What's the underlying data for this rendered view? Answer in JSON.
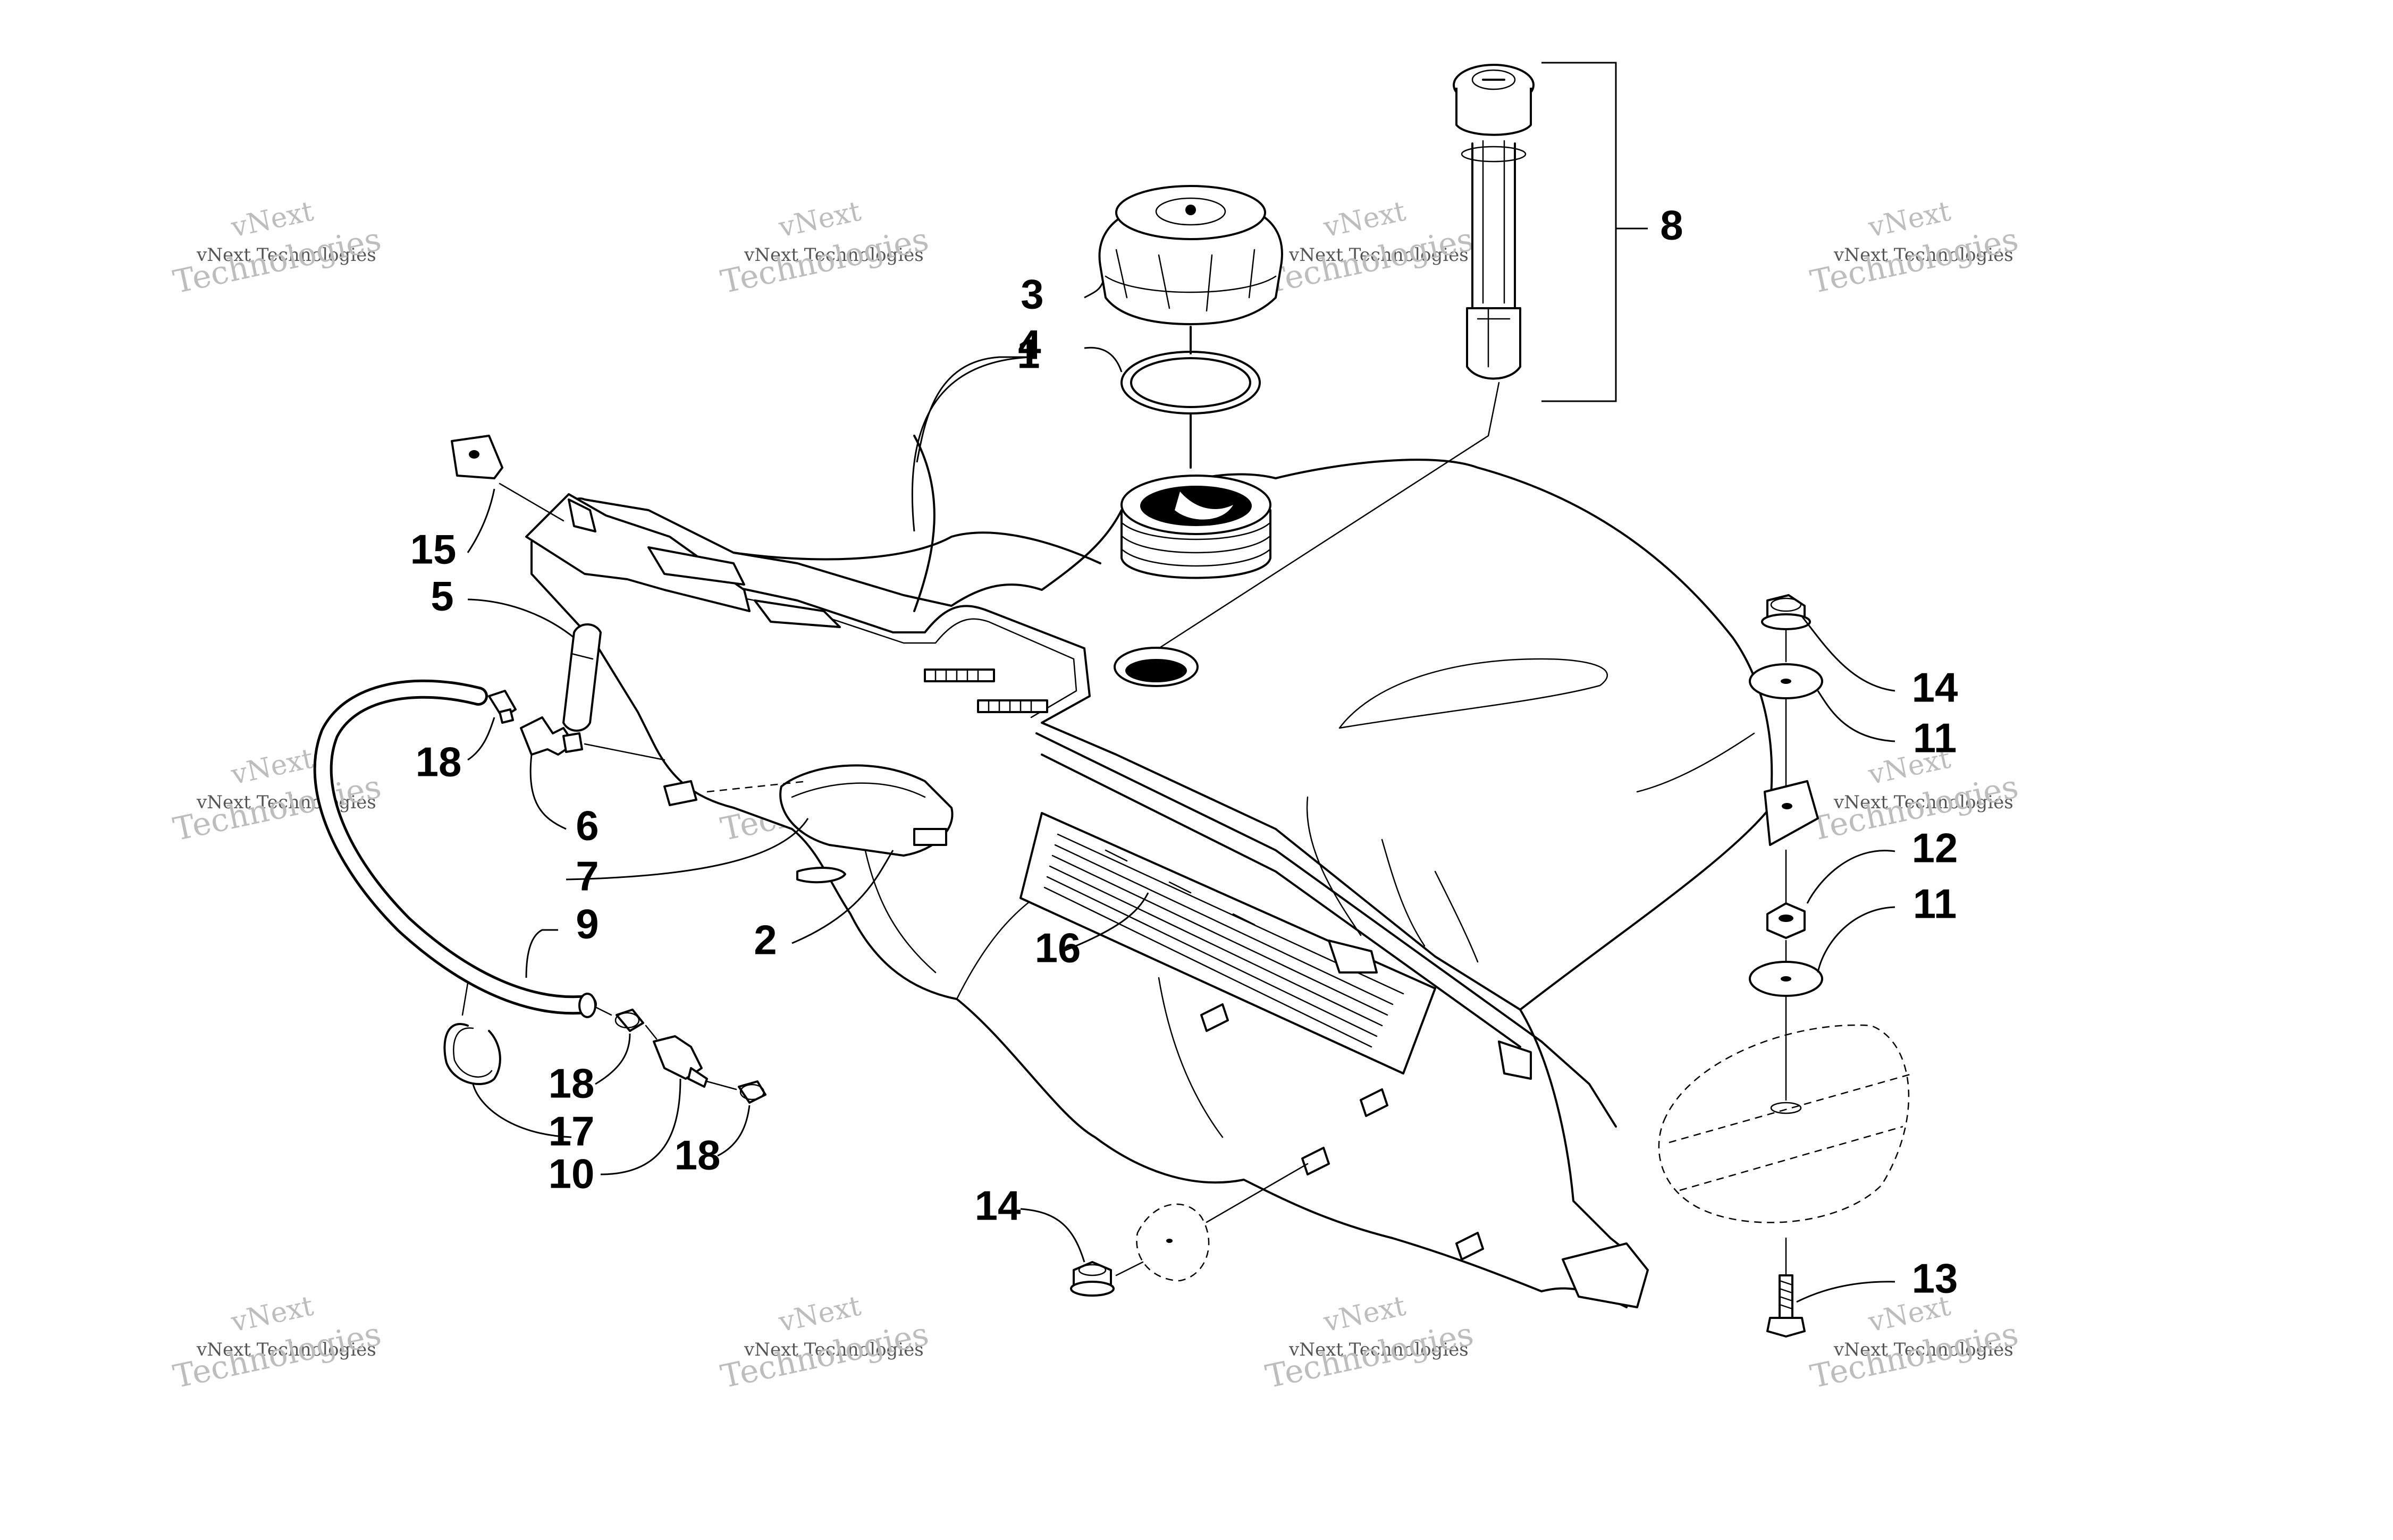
{
  "watermark": {
    "big_top": "vNext",
    "small": "vNext Technologies",
    "big_bottom": "Technologies"
  },
  "callouts": {
    "c1": "1",
    "c2": "2",
    "c3": "3",
    "c4": "4",
    "c5": "5",
    "c6": "6",
    "c7": "7",
    "c8": "8",
    "c9": "9",
    "c10": "10",
    "c11a": "11",
    "c11b": "11",
    "c12": "12",
    "c13": "13",
    "c14a": "14",
    "c14b": "14",
    "c15": "15",
    "c16": "16",
    "c17": "17",
    "c18a": "18",
    "c18b": "18",
    "c18c": "18"
  }
}
